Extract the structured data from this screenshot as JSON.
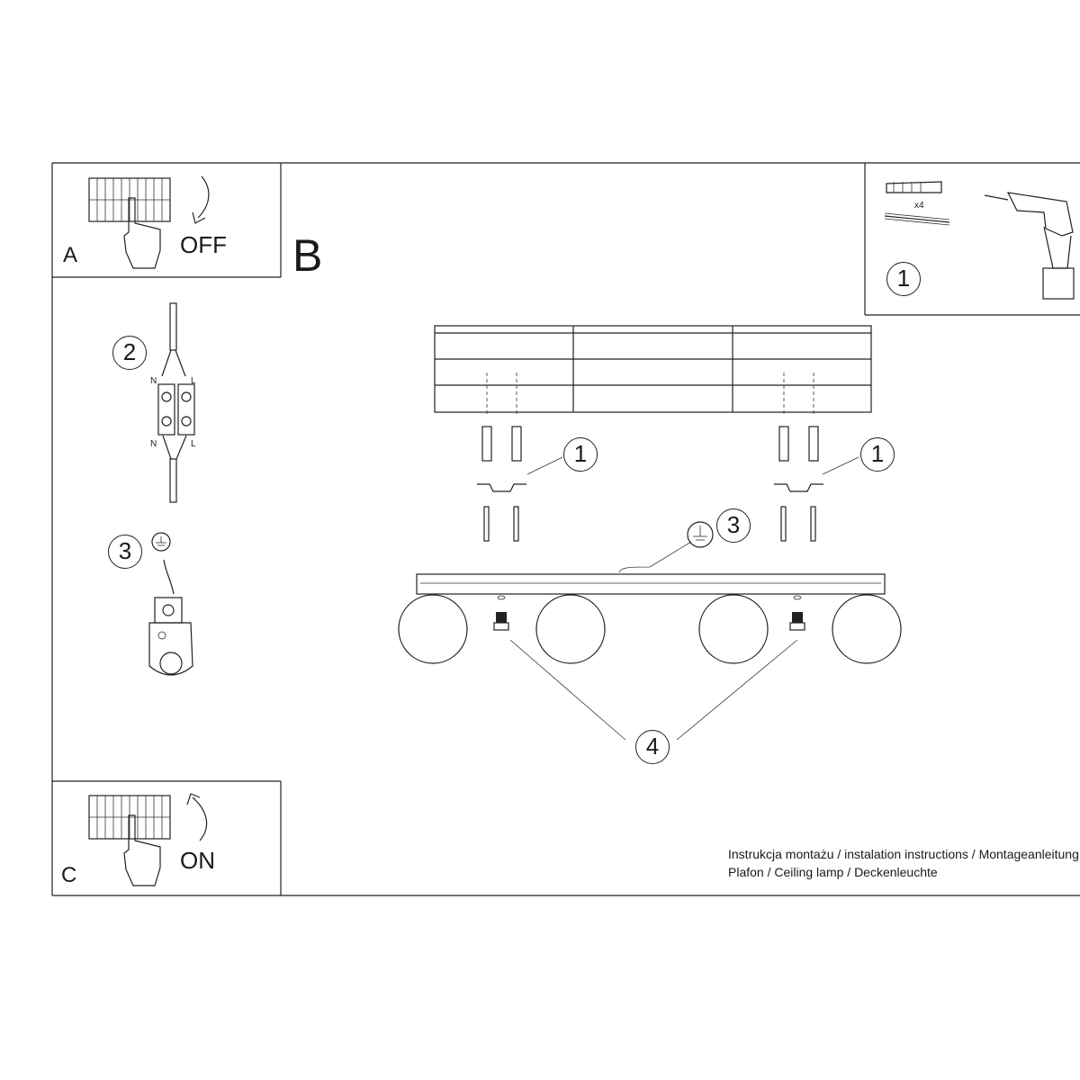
{
  "panel_a": {
    "letter": "A",
    "state": "OFF"
  },
  "panel_b": {
    "letter": "B"
  },
  "panel_c": {
    "letter": "C",
    "state": "ON"
  },
  "hardware": {
    "quantity": "x4",
    "step": "1"
  },
  "wiring": {
    "step": "2",
    "terminal_labels": {
      "top_left": "N",
      "top_right": "L",
      "bottom_left": "N",
      "bottom_right": "L"
    }
  },
  "earth": {
    "step": "3"
  },
  "main_callouts": {
    "mount_left": "1",
    "mount_right": "1",
    "earth": "3",
    "nuts": "4"
  },
  "footer": {
    "line1": "Instrukcja montażu / instalation instructions / Montageanleitung",
    "line2": "Plafon / Ceiling lamp / Deckenleuchte"
  }
}
